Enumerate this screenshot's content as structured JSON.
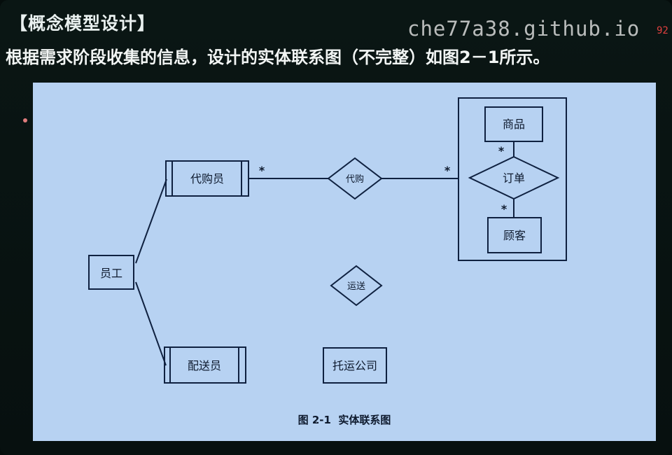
{
  "header": {
    "section_title": "【概念模型设计】",
    "intro_text": "根据需求阶段收集的信息，设计的实体联系图（不完整）如图2－1所示。",
    "watermark": "che77a38.github.io",
    "watermark_suffix": "92"
  },
  "diagram": {
    "caption": "图 2-1  实体联系图",
    "entities": {
      "employee": "员工",
      "purchasing_agent": "代购员",
      "delivery_staff": "配送员",
      "product": "商品",
      "customer": "顾客",
      "shipping_company": "托运公司"
    },
    "relationships": {
      "purchase": "代购",
      "order": "订单",
      "transport": "运送"
    },
    "cardinalities": {
      "agent_purchase": "*",
      "purchase_aggregate": "*",
      "product_order": "*",
      "order_customer": "*"
    }
  }
}
